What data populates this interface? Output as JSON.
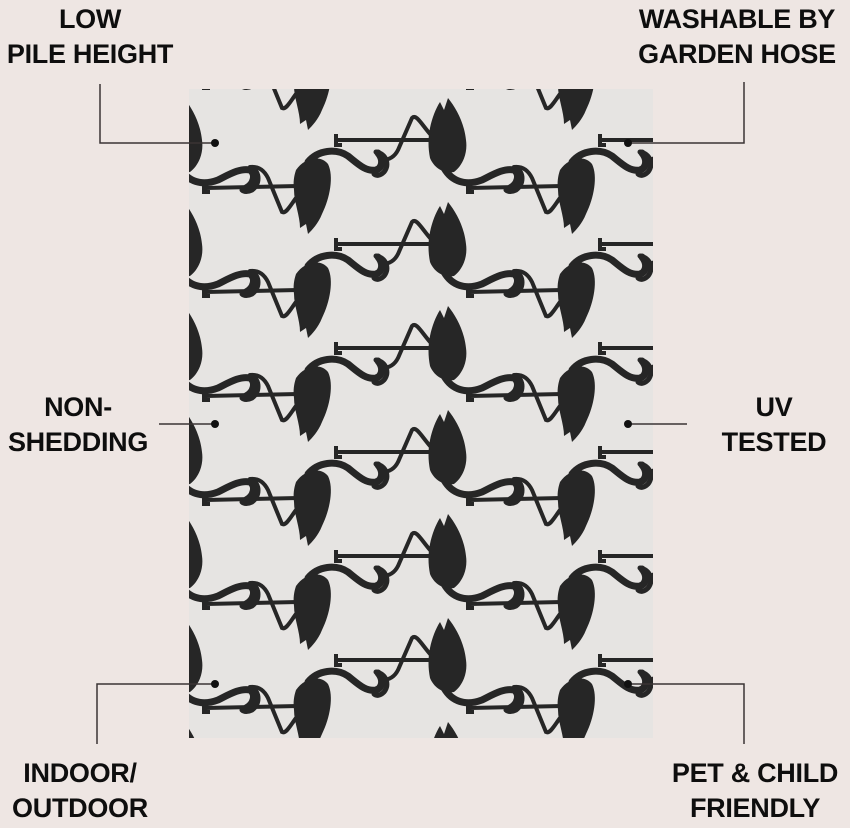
{
  "colors": {
    "background": "#EEE6E3",
    "rug": "#E6E4E2",
    "pattern": "#262626",
    "text": "#0E0E0E",
    "callout_line": "#3a3434"
  },
  "product": {
    "pattern_name": "flamingo-icon",
    "motif": "repeating black flamingo silhouettes on light grey rug"
  },
  "features": [
    {
      "id": "low-pile-height",
      "lines": [
        "LOW",
        "PILE HEIGHT"
      ]
    },
    {
      "id": "washable-by-garden-hose",
      "lines": [
        "WASHABLE BY",
        "GARDEN HOSE"
      ]
    },
    {
      "id": "non-shedding",
      "lines": [
        "NON-",
        "SHEDDING"
      ]
    },
    {
      "id": "uv-tested",
      "lines": [
        "UV",
        "TESTED"
      ]
    },
    {
      "id": "indoor-outdoor",
      "lines": [
        "INDOOR/",
        "OUTDOOR"
      ]
    },
    {
      "id": "pet-child-friendly",
      "lines": [
        "PET & CHILD",
        "FRIENDLY"
      ]
    }
  ]
}
